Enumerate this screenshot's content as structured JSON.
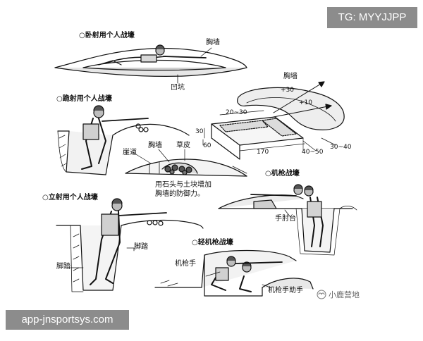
{
  "badges": {
    "tg": "TG: MYYJJPP",
    "app": "app-jnsportsys.com"
  },
  "watermark": "小鹿营地",
  "diagrams": {
    "prone": {
      "title": "○卧射用个人战壕",
      "parapet": "胸墙",
      "pit": "凹坑"
    },
    "kneeling": {
      "title": "○跪射用个人战壕"
    },
    "dimension": {
      "parapet": "胸墙",
      "labels": [
        "+30",
        "+10",
        "20~30",
        "30",
        "60",
        "170",
        "40~50",
        "30~40"
      ]
    },
    "reinforce": {
      "trench_way": "崖道",
      "parapet": "胸墙",
      "turf": "草皮",
      "note_line1": "用石头与土块增加",
      "note_line2": "胸墙的防御力。"
    },
    "mg_trench": {
      "title": "○机枪战壕",
      "elbow_rest": "手肘台"
    },
    "standing": {
      "title": "○立射用个人战壕",
      "step_upper": "脚踏",
      "step_lower": "脚踏"
    },
    "light_mg": {
      "title": "○轻机枪战壕",
      "gunner": "机枪手",
      "assistant": "机枪手助手"
    }
  }
}
